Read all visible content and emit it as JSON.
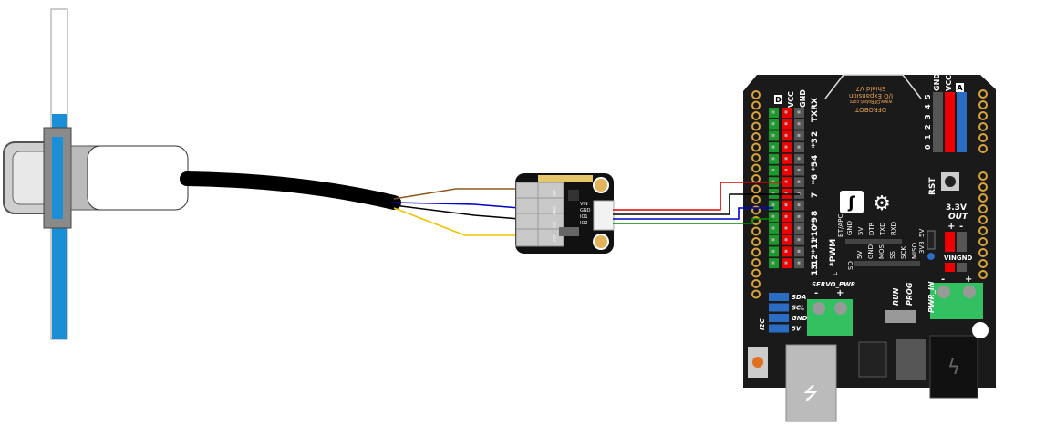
{
  "module": {
    "pins": [
      "VIN",
      "GND",
      "IO1",
      "IO2"
    ],
    "terminal_labels": [
      "VIN",
      "GND",
      "IO1",
      "IO2"
    ]
  },
  "shield": {
    "brand": "DFROBOT",
    "url": "www.DFRobot.com",
    "title_line1": "I/O Expansion",
    "title_line2": "Shield V7",
    "d_label": "D",
    "vcc": "VCC",
    "gnd": "GND",
    "a_label": "A",
    "digital_pins": [
      "TXRX",
      "2",
      "*3",
      "4",
      "*5",
      "*6",
      "7",
      "8",
      "*9",
      "*10",
      "*11",
      "12",
      "13"
    ],
    "analog_pins": [
      "0",
      "1",
      "2",
      "3",
      "4",
      "5"
    ],
    "pwm": "*PWM",
    "l": "L",
    "bt": "BT/APC",
    "bt_pins": [
      "GND",
      "5V",
      "DTR",
      "TXD",
      "RXD"
    ],
    "sd": "SD",
    "sd_pins": [
      "5V",
      "GND",
      "MOSI",
      "SS",
      "SCK",
      "MISO"
    ],
    "v3v3": "3V3",
    "v5": "5V",
    "rst": "RST",
    "out33_1": "3.3V",
    "out33_2": "OUT",
    "plus": "+",
    "minus": "-",
    "vingnd": "VINGND",
    "servo_pwr": "SERVO_PWR",
    "run": "RUN",
    "prog": "PROG",
    "pwr_in": "PWR_IN",
    "i2c": "I2C",
    "i2c_pins": [
      "SDA",
      "SCL",
      "GND",
      "5V"
    ]
  },
  "colors": {
    "wire_brown": "#8b5a1a",
    "wire_blue": "#0000cc",
    "wire_black": "#000000",
    "wire_yellow": "#f2c200",
    "wire_red": "#dd0000",
    "wire_green": "#008800",
    "pipe": "#1a8fd6",
    "pcb": "#1a1a1a",
    "terminal_green": "#33c060"
  }
}
